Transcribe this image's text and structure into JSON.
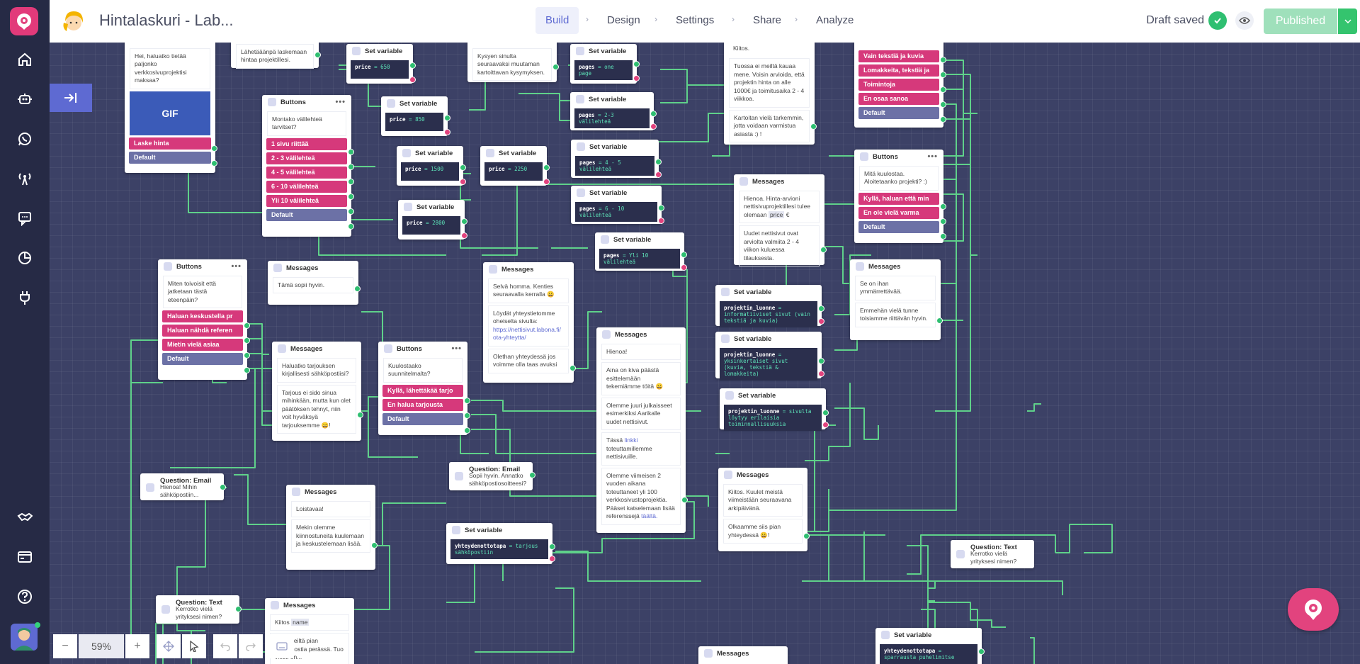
{
  "app": {
    "title": "Hintalaskuri - Lab...",
    "steps": [
      "Build",
      "Design",
      "Settings",
      "Share",
      "Analyze"
    ],
    "active_step": "Build",
    "status": "Draft saved",
    "publish_label": "Published",
    "accent": "#5e6ad2",
    "brand": "#e2437e"
  },
  "sidebar": {
    "icons": [
      "home-icon",
      "bot-icon",
      "whatsapp-icon",
      "broadcast-icon",
      "chat-icon",
      "analytics-icon",
      "integrations-icon",
      "handshake-icon",
      "billing-icon",
      "help-icon"
    ]
  },
  "zoom": {
    "minus": "−",
    "value": "59%",
    "plus": "+"
  },
  "nodes": {
    "n1": {
      "texts": [
        "Hei, haluatko tietää paljonko verkkosivuprojektisi maksaa?"
      ],
      "gif": "GIF",
      "buttons": [
        "Laske hinta",
        "Default"
      ]
    },
    "n2": {
      "texts": [
        "Lähetääänpä laskemaan hintaa projektillesi."
      ]
    },
    "n3": {
      "title": "Set variable",
      "var": "price",
      "val": "650"
    },
    "n4": {
      "texts": [
        "Kysyen sinulta seuraavaksi muutaman kartoittavan kysymyksen."
      ]
    },
    "n5": {
      "title": "Set variable",
      "var": "pages",
      "val": "one page"
    },
    "n6": {
      "texts": [
        "Kiitos.",
        "Tuossa ei meiltä kauaa mene. Voisin arvioida, että projektin hinta on alle 1000€ ja toimitusaika 2 - 4 viikkoa.",
        "Kartoitan vielä tarkemmin, jotta voidaan varmistua asiasta :) !"
      ]
    },
    "n7": {
      "buttons": [
        "Vain tekstiä ja kuvia",
        "Lomakkeita, tekstiä ja",
        "Toimintoja",
        "En osaa sanoa",
        "Default"
      ]
    },
    "n8": {
      "title": "Buttons",
      "texts": [
        "Montako välilehteä tarvitset?"
      ],
      "buttons": [
        "1 sivu riittää",
        "2 - 3 välilehteä",
        "4 - 5 välilehteä",
        "6 - 10 välilehteä",
        "Yli 10 välilehteä",
        "Default"
      ]
    },
    "n9": {
      "title": "Set variable",
      "var": "price",
      "val": "850"
    },
    "n10": {
      "title": "Set variable",
      "var": "pages",
      "val": "2-3 välilehteä"
    },
    "n11": {
      "title": "Set variable",
      "var": "price",
      "val": "1500"
    },
    "n12": {
      "title": "Set variable",
      "var": "price",
      "val": "2250"
    },
    "n13": {
      "title": "Set variable",
      "var": "pages",
      "val": "4 - 5 välilehteä"
    },
    "n14": {
      "title": "Set variable",
      "var": "pages",
      "val": "6 - 10 välilehteä"
    },
    "n15": {
      "title": "Set variable",
      "var": "price",
      "val": "2800"
    },
    "n16": {
      "title": "Set variable",
      "var": "pages",
      "val": "Yli 10 välilehteä"
    },
    "n17": {
      "title": "Messages",
      "texts": [
        "Hienoa. Hinta-arvioni nettisivuprojektillesi tulee olemaan",
        "Uudet nettisivut ovat arviolta valmiita 2 - 4 viikon kuluessa tilauksesta."
      ],
      "chip": "price",
      "chip_after": "€"
    },
    "n18": {
      "title": "Buttons",
      "texts": [
        "Mitä kuulostaa. Aloitetaanko projekti? :)"
      ],
      "buttons": [
        "Kyllä, haluan että min",
        "En ole vielä varma",
        "Default"
      ]
    },
    "n19": {
      "title": "Buttons",
      "texts": [
        "Miten toivoisit että jatketaan tästä eteenpäin?"
      ],
      "buttons": [
        "Haluan keskustella pr",
        "Haluan nähdä referen",
        "Mietin vielä asiaa",
        "Default"
      ]
    },
    "n20": {
      "title": "Messages",
      "texts": [
        "Tämä sopii hyvin."
      ]
    },
    "n21": {
      "title": "Messages",
      "texts": [
        "Selvä homma. Kenties seuraavalla kerralla 😀",
        "Löydät yhteystietomme oheiselta sivulta:",
        "Olethan yhteydessä jos voimme olla taas avuksi"
      ],
      "link": "https://nettisivut.labona.fi/ota-yhteytta/"
    },
    "n22": {
      "title": "Set variable",
      "var": "projektin_luonne",
      "val": "informatiiviset sivut (vain tekstiä ja kuvia)"
    },
    "n23": {
      "title": "Messages",
      "texts": [
        "Se on ihan ymmärrettävää.",
        "Emmehän vielä tunne toisiamme riittävän hyvin."
      ]
    },
    "n24": {
      "title": "Set variable",
      "var": "projektin_luonne",
      "val": "yksinkertaiset sivut (kuvia, tekstiä & lomakkeita)"
    },
    "n25": {
      "title": "Messages",
      "texts": [
        "Haluatko tarjouksen kirjallisesti sähköpostiisi?",
        "Tarjous ei sido sinua mihinkään, mutta kun olet päätöksen tehnyt, niin voit hyväksyä tarjouksemme 😀!"
      ]
    },
    "n26": {
      "title": "Buttons",
      "texts": [
        "Kuulostaako suunnitelmalta?"
      ],
      "buttons": [
        "Kyllä, lähettäkää tarjo",
        "En halua tarjousta",
        "Default"
      ]
    },
    "n27": {
      "title": "Messages",
      "texts": [
        "Hienoa!",
        "Aina on kiva päästä esittelemään tekemiämme töitä 😀",
        "Olemme juuri julkaisseet esimerkiksi Aarikalle uudet nettisivut.",
        "toteuttamillemme nettisivuille.",
        "Olemme viimeisen 2 vuoden aikana toteuttaneet yli 100 verkkosivustoprojektia. Pääset katselemaan lisää referenssejä"
      ],
      "link_pre": "Tässä",
      "link": "linkki",
      "link2": "täältä."
    },
    "n28": {
      "title": "Set variable",
      "var": "projektin_luonne",
      "val": "sivulta löytyy erilaisia toiminnallisuuksia"
    },
    "n29": {
      "title": "Question: Email",
      "text": "Hienoa! Mihin sähköpostiin..."
    },
    "n30": {
      "title": "Question: Email",
      "text": "Sopii hyvin. Annatko sähköpostiosoitteesi?"
    },
    "n31": {
      "title": "Messages",
      "texts": [
        "Loistavaa!",
        "Mekin olemme kiinnostuneita kuulemaan ja keskustelemaan lisää."
      ]
    },
    "n32": {
      "title": "Set variable",
      "var": "yhteydenottotapa",
      "val": "tarjous sähköpostiin"
    },
    "n33": {
      "title": "Messages",
      "texts": [
        "Kiitos. Kuulet meistä viimeistään seuraavana arkipäivänä.",
        "Olkaamme siis pian yhteydessä 😀!"
      ]
    },
    "n34": {
      "title": "Question: Text",
      "text": "Kerrotko vielä yrityksesi nimen?"
    },
    "n35": {
      "title": "Question: Text",
      "text": "Kerrotko vielä yrityksesi nimen?"
    },
    "n36": {
      "title": "Messages",
      "texts": [
        "Saat meiltä pian sähköpostia perässä. Tuo viesti on..."
      ],
      "thanks": "Kiitos",
      "chip": "name"
    },
    "n37": {
      "title": "Set variable",
      "var": "yhteydenottotapa",
      "val": "sparrausta puhelimitse"
    },
    "n38": {
      "title": "Messages"
    }
  },
  "wire_color": "#5fd18a"
}
